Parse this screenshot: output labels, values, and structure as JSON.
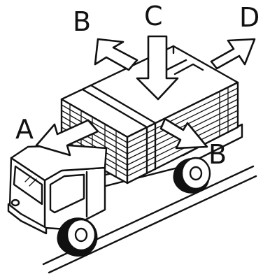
{
  "labels": {
    "a": "A",
    "b_top": "B",
    "c": "C",
    "d": "D",
    "b_side": "B"
  }
}
